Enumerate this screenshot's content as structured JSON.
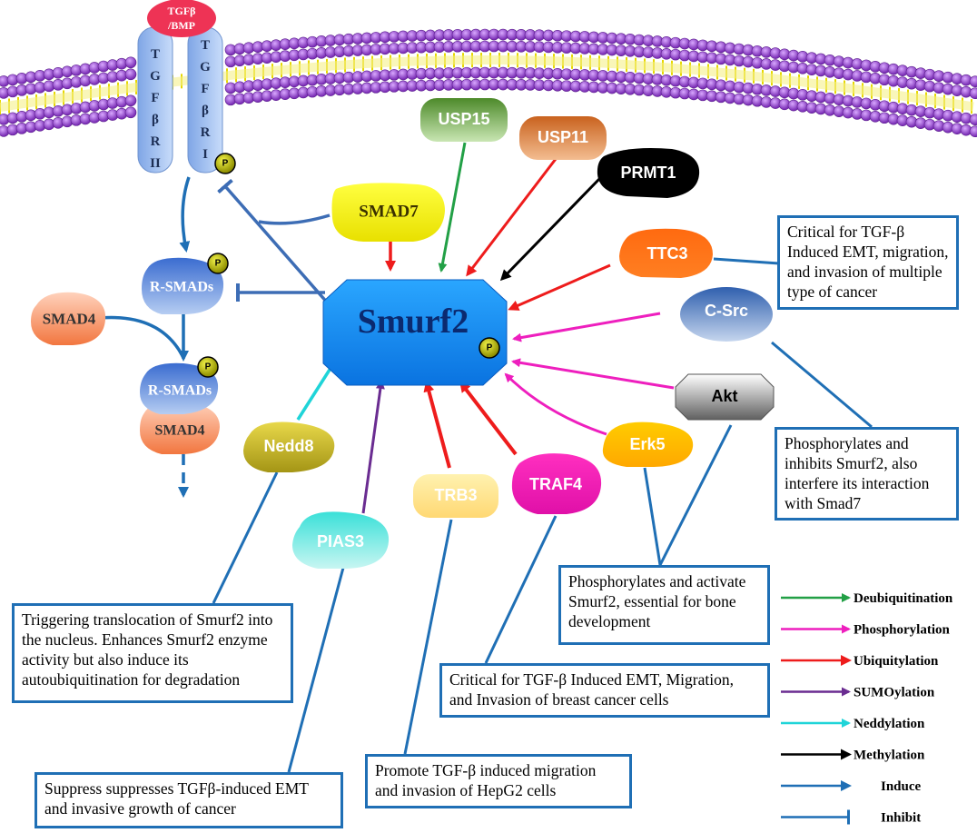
{
  "receptor": {
    "ligand": "TGFβ\n/BMP",
    "type2": "TGFβRII",
    "type1": "TGFβRI",
    "p": "P"
  },
  "nodes": {
    "smurf2": "Smurf2",
    "smad7": "SMAD7",
    "usp15": "USP15",
    "usp11": "USP11",
    "prmt1": "PRMT1",
    "ttc3": "TTC3",
    "csrc": "C-Src",
    "akt": "Akt",
    "erk5": "Erk5",
    "traf4": "TRAF4",
    "trb3": "TRB3",
    "pias3": "PIAS3",
    "nedd8": "Nedd8",
    "rsmads": "R-SMADs",
    "smad4_left": "SMAD4",
    "rsmads_complex": "R-SMADs",
    "smad4_complex": "SMAD4",
    "p": "P"
  },
  "boxes": {
    "ttc3": "Critical for TGF-β Induced EMT, migration, and invasion of multiple type of cancer",
    "csrc": "Phosphorylates and inhibits Smurf2, also interfere its interaction with Smad7",
    "akt_erk5": "Phosphorylates and activate Smurf2, essential for bone development",
    "nedd8": "Triggering translocation of Smurf2 into the nucleus. Enhances Smurf2 enzyme activity but also induce its autoubiquitination for degradation",
    "traf4": "Critical for TGF-β Induced EMT, Migration, and Invasion of breast cancer cells",
    "trb3": "Promote TGF-β induced migration and invasion of HepG2 cells",
    "pias3": "Suppress suppresses TGFβ-induced EMT and invasive growth of cancer"
  },
  "legend": [
    {
      "label": "Deubiquitination",
      "color": "#22a046",
      "kind": "arrow"
    },
    {
      "label": "Phosphorylation",
      "color": "#ee1fbe",
      "kind": "arrow"
    },
    {
      "label": "Ubiquitylation",
      "color": "#ee1c1c",
      "kind": "arrow"
    },
    {
      "label": "SUMOylation",
      "color": "#6a2c91",
      "kind": "arrow"
    },
    {
      "label": "Neddylation",
      "color": "#1fd4d8",
      "kind": "arrow"
    },
    {
      "label": "Methylation",
      "color": "#000000",
      "kind": "arrow"
    },
    {
      "label": "Induce",
      "color": "#1f6fb5",
      "kind": "arrow"
    },
    {
      "label": "Inhibit",
      "color": "#1f6fb5",
      "kind": "inhibit"
    }
  ]
}
